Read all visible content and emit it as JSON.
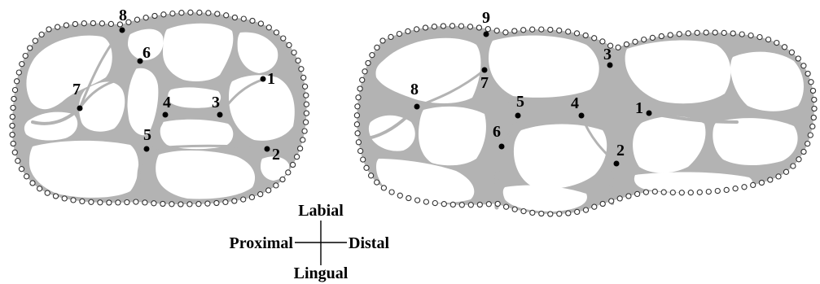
{
  "diagram": {
    "left_section": {
      "points": [
        {
          "label": "1"
        },
        {
          "label": "2"
        },
        {
          "label": "3"
        },
        {
          "label": "4"
        },
        {
          "label": "5"
        },
        {
          "label": "6"
        },
        {
          "label": "7"
        },
        {
          "label": "8"
        }
      ]
    },
    "right_section": {
      "points": [
        {
          "label": "1"
        },
        {
          "label": "2"
        },
        {
          "label": "3"
        },
        {
          "label": "4"
        },
        {
          "label": "5"
        },
        {
          "label": "6"
        },
        {
          "label": "7"
        },
        {
          "label": "8"
        },
        {
          "label": "9"
        }
      ]
    },
    "orientation": {
      "labial": "Labial",
      "proximal": "Proximal",
      "distal": "Distal",
      "lingual": "Lingual"
    },
    "colors": {
      "tissue": "#b3b3b3",
      "outline_beads": "#ffffff",
      "marker": "#000000"
    }
  }
}
